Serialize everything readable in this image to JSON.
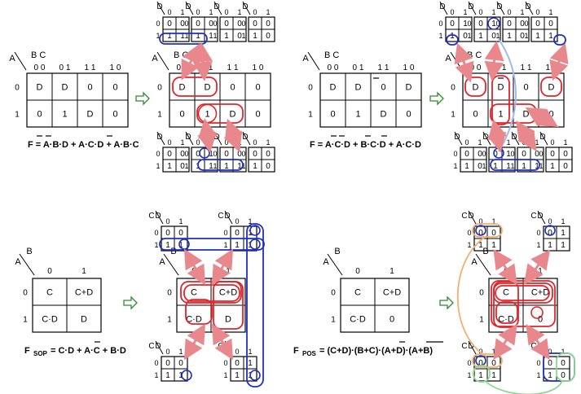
{
  "colors": {
    "red": "#e0242b",
    "pink": "#e8888c",
    "blue": "#1f2fc4",
    "lightblue": "#9dbde8",
    "orange": "#f0b070",
    "green": "#8fd88f",
    "arrowGreen": "#2f8a2f"
  },
  "q1": {
    "A": "A",
    "BC": "B C",
    "colHeads": [
      "0 0",
      "0 1",
      "1 1",
      "1 0"
    ],
    "rowHeads": [
      "0",
      "1"
    ],
    "cells": [
      [
        "D",
        "D",
        "0",
        "0"
      ],
      [
        "0",
        "1",
        "D",
        "0"
      ]
    ],
    "formula": "F = A·B·D + A·C·D + A·B·C"
  },
  "q2": {
    "A": "A",
    "BC": "B C",
    "colHeads": [
      "0 0",
      "0 1",
      "1 1",
      "1 0"
    ],
    "rowHeads": [
      "0",
      "1"
    ],
    "cells": [
      [
        "D",
        "D",
        "0",
        "D"
      ],
      [
        "0",
        "1",
        "D",
        "0"
      ]
    ],
    "formula": "F = A·C·D + B·C·D + A·C·D"
  },
  "q3": {
    "A": "A",
    "B": "B",
    "colHeads": [
      "0",
      "1"
    ],
    "rowHeads": [
      "0",
      "1"
    ],
    "cells": [
      [
        "C",
        "C+D"
      ],
      [
        "C·D",
        "D"
      ]
    ],
    "formula": "F",
    "formulaSub": "SOP",
    "formulaRest": " = C·D + A·C + B·D"
  },
  "q4": {
    "A": "A",
    "B": "B",
    "colHeads": [
      "0",
      "1"
    ],
    "rowHeads": [
      "0",
      "1"
    ],
    "cells": [
      [
        "C",
        "C+D"
      ],
      [
        "C·D",
        "0"
      ]
    ],
    "formula": "F",
    "formulaSub": "POS",
    "formulaRest": " = (C+D)·(B+C)·(A+D)·(A+B)"
  },
  "minis": {
    "D": "D",
    "C": "C",
    "zero": "0",
    "one": "1"
  }
}
